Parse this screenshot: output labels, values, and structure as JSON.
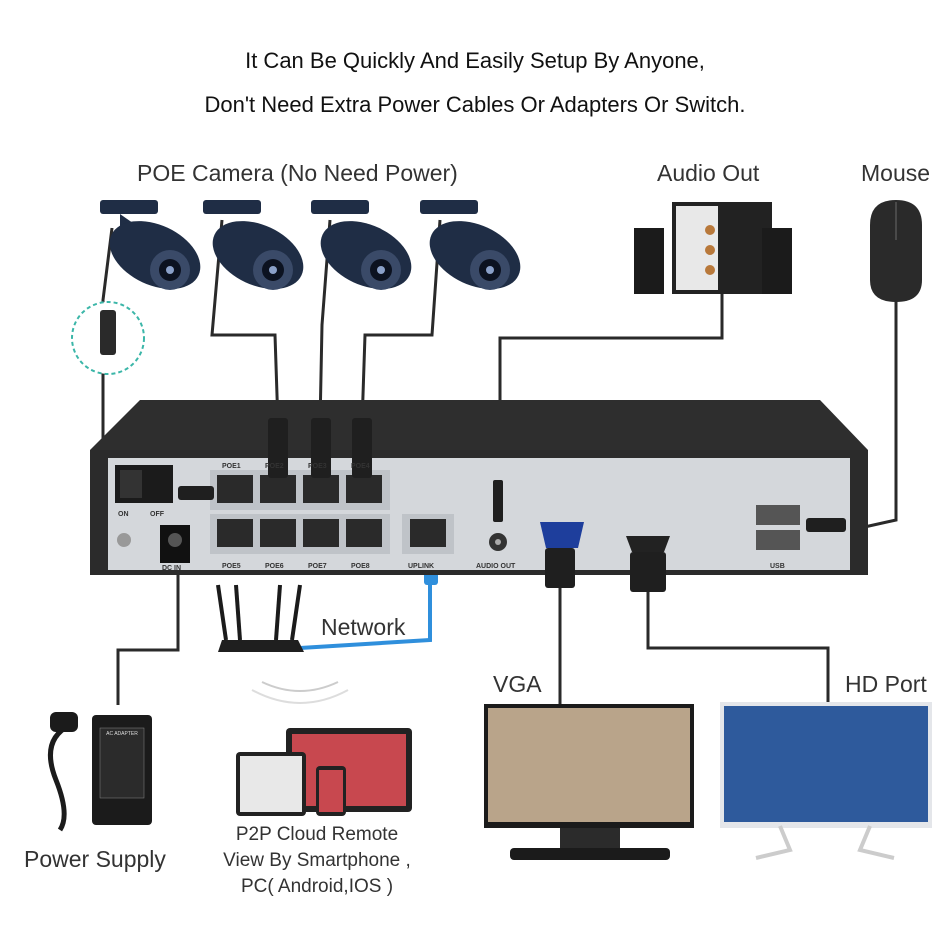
{
  "headline": {
    "line1": "It Can Be Quickly And Easily Setup By Anyone,",
    "line2": "Don't Need Extra Power Cables Or Adapters Or Switch."
  },
  "labels": {
    "poe_camera": "POE Camera (No Need Power)",
    "audio_out": "Audio Out",
    "mouse": "Mouse",
    "network": "Network",
    "vga": "VGA",
    "hd_port": "HD Port",
    "power_supply": "Power Supply",
    "p2p_line1": "P2P Cloud Remote",
    "p2p_line2": "View By Smartphone ,",
    "p2p_line3": "PC( Android,IOS )"
  },
  "nvr_panel": {
    "on": "ON",
    "off": "OFF",
    "dc_in": "DC IN",
    "poe_ports_top": [
      "POE1",
      "POE2",
      "POE3",
      "POE4"
    ],
    "poe_ports_bottom": [
      "POE5",
      "POE6",
      "POE7",
      "POE8"
    ],
    "uplink": "UPLINK",
    "audio_out": "AUDIO OUT",
    "usb": "USB"
  },
  "adapter_text": "AC ADAPTER",
  "colors": {
    "network_cable": "#2f8fdc",
    "camera_body": "#1f2d45",
    "nvr_body": "#2b2b2b",
    "panel": "#d4d7db"
  }
}
